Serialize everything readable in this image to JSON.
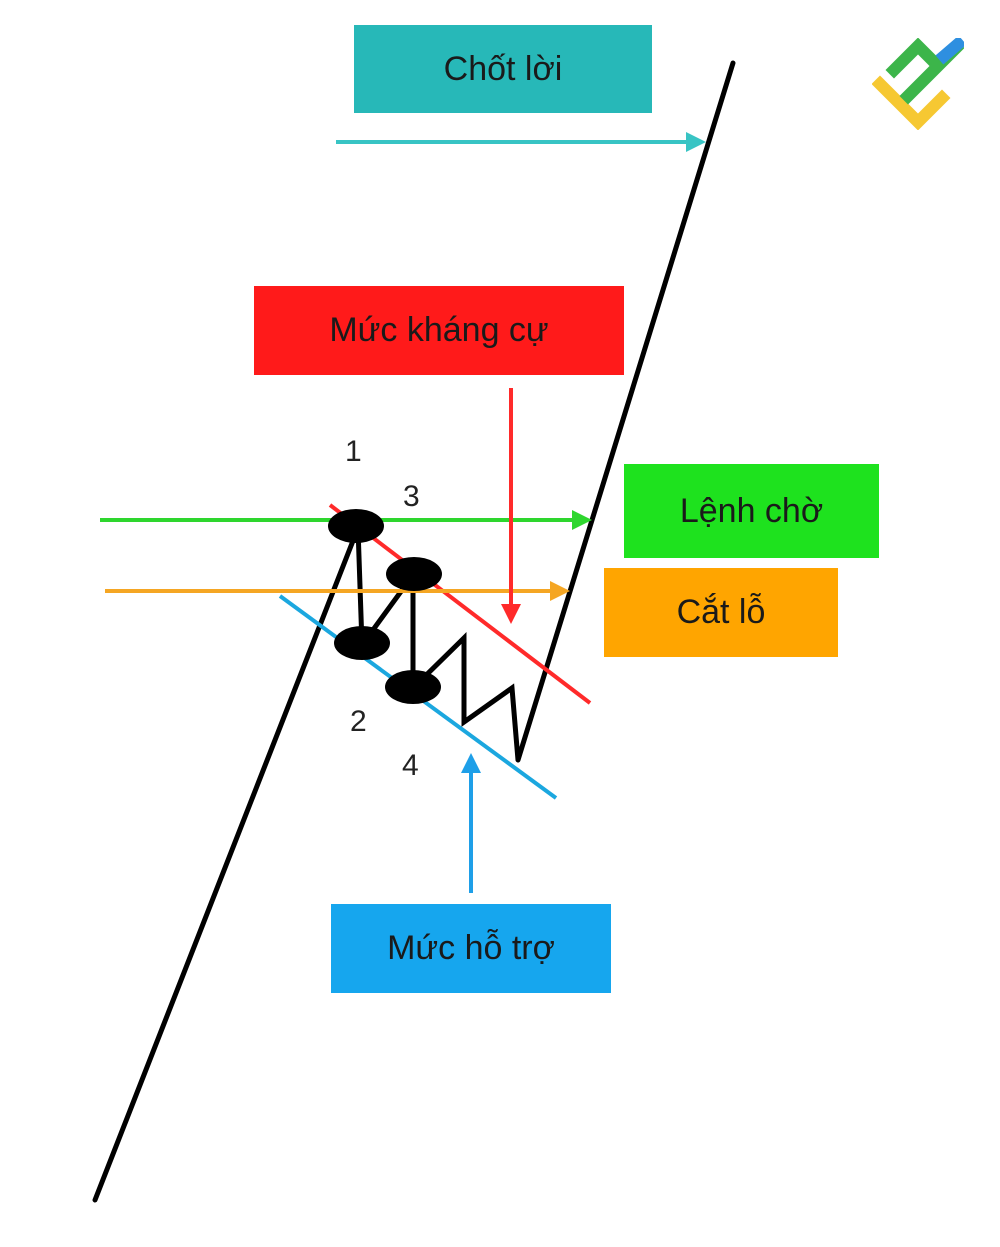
{
  "labels": {
    "take_profit": "Chốt lời",
    "resistance": "Mức kháng cự",
    "pending_order": "Lệnh chờ",
    "stop_loss": "Cắt lỗ",
    "support": "Mức hỗ trợ"
  },
  "points": {
    "p1": "1",
    "p2": "2",
    "p3": "3",
    "p4": "4"
  },
  "colors": {
    "take_profit": "#27b8b8",
    "resistance": "#ff1a1a",
    "pending_order": "#1ee21e",
    "stop_loss": "#ffa500",
    "support": "#16a6ee",
    "trend_line": "#000000",
    "resistance_line": "#ff2a2a",
    "support_line": "#1ba7df",
    "pending_arrow": "#2ed62e",
    "stop_arrow": "#f5a623",
    "take_profit_arrow": "#38c4c4"
  },
  "icons": {
    "brand_logo": "diamond-logo-icon"
  }
}
